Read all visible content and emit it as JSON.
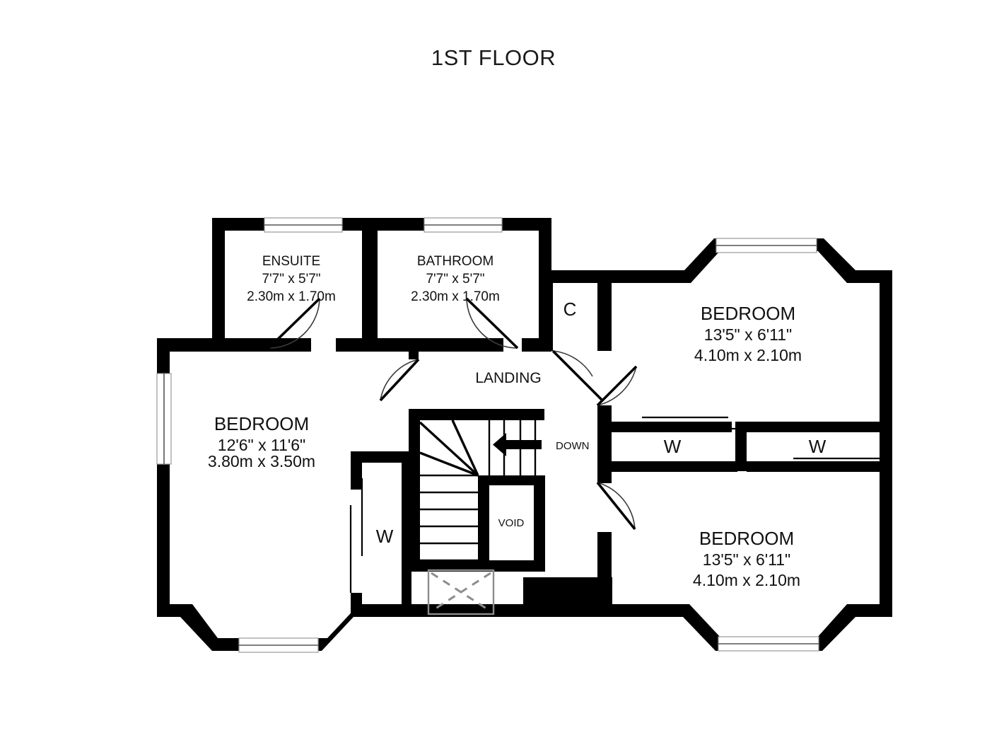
{
  "page": {
    "title": "1ST FLOOR",
    "type": "floor-plan",
    "background_color": "#ffffff",
    "wall_color": "#000000",
    "text_color": "#111111"
  },
  "rooms": [
    {
      "id": "ensuite",
      "name": "ENSUITE",
      "dim_imperial": "7'7\"  x 5'7\"",
      "dim_metric": "2.30m  x 1.70m"
    },
    {
      "id": "bathroom",
      "name": "BATHROOM",
      "dim_imperial": "7'7\"  x 5'7\"",
      "dim_metric": "2.30m  x 1.70m"
    },
    {
      "id": "bedroom-left",
      "name": "BEDROOM",
      "dim_imperial": "12'6\"  x 11'6\"",
      "dim_metric": "3.80m  x 3.50m"
    },
    {
      "id": "bedroom-top-right",
      "name": "BEDROOM",
      "dim_imperial": "13'5\"  x 6'11\"",
      "dim_metric": "4.10m  x 2.10m"
    },
    {
      "id": "bedroom-bottom-right",
      "name": "BEDROOM",
      "dim_imperial": "13'5\"  x 6'11\"",
      "dim_metric": "4.10m  x 2.10m"
    }
  ],
  "labels": {
    "landing": "LANDING",
    "cupboard": "C",
    "void": "VOID",
    "down": "DOWN",
    "wardrobe_left_bedroom": "W",
    "wardrobe_middle": "W",
    "wardrobe_right": "W"
  }
}
